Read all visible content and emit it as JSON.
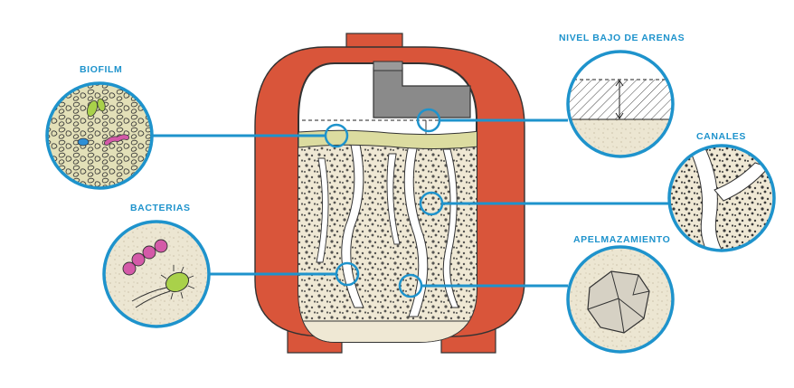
{
  "labels": {
    "biofilm": "BIOFILM",
    "bacterias": "BACTERIAS",
    "nivel_bajo": "NIVEL BAJO DE ARENAS",
    "canales": "CANALES",
    "apelmazamiento": "APELMAZAMIENTO"
  },
  "colors": {
    "accent": "#1e93cc",
    "tank": "#d9553a",
    "sand": "#efe8d4",
    "biofilm": "#dcdca0",
    "outline": "#2a2a2a",
    "pipe": "#8a8a8a"
  }
}
